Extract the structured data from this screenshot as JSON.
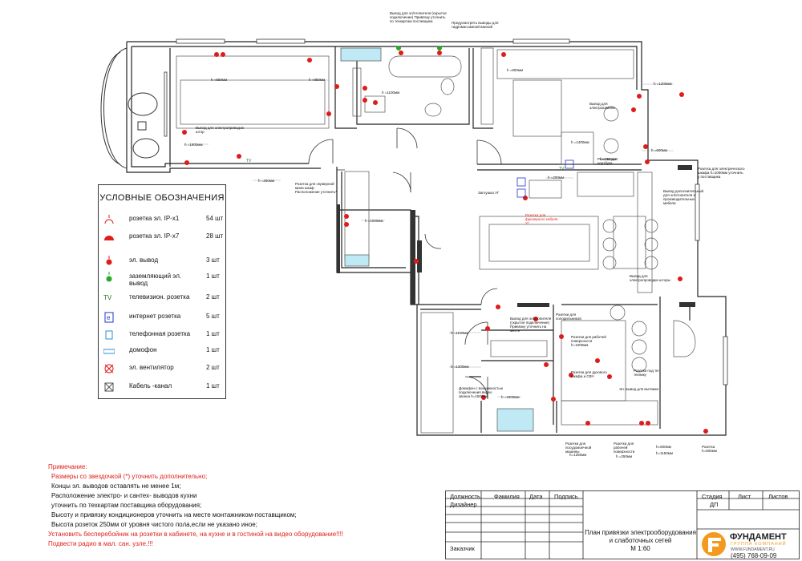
{
  "legend": {
    "title": "УСЛОВНЫЕ ОБОЗНАЧЕНИЯ",
    "items": [
      {
        "icon": "socket-ip-x1-icon",
        "label": "розетка эл. IP-x1",
        "count": "54 шт"
      },
      {
        "icon": "socket-ip-x7-icon",
        "label": "розетка эл. IP-x7",
        "count": "28 шт"
      },
      {
        "icon": "electric-outlet-icon",
        "label": "эл. вывод",
        "count": "3 шт"
      },
      {
        "icon": "grounded-outlet-icon",
        "label": "заземляющий эл. вывод",
        "count": "1 шт"
      },
      {
        "icon": "tv-socket-icon",
        "label": "телевизион. розетка",
        "count": "2 шт"
      },
      {
        "icon": "internet-socket-icon",
        "label": "интернет розетка",
        "count": "5 шт"
      },
      {
        "icon": "phone-socket-icon",
        "label": "телефонная розетка",
        "count": "1 шт"
      },
      {
        "icon": "intercom-icon",
        "label": "домофон",
        "count": "1 шт"
      },
      {
        "icon": "fan-icon",
        "label": "эл. вентилятор",
        "count": "2 шт"
      },
      {
        "icon": "cable-channel-icon",
        "label": "Кабель -канал",
        "count": "1 шт"
      }
    ]
  },
  "notes": {
    "heading": "Примечание:",
    "lines": [
      {
        "text": "Размеры со звездочкой (*) уточнить дополнительно;",
        "color": "red"
      },
      {
        "text": "Концы эл. выводов оставлять не менее 1м;",
        "color": "black"
      },
      {
        "text": "Расположение электро- и сантех- выводов кухни",
        "color": "black"
      },
      {
        "text": "уточнить по техкартам поставщика оборудования;",
        "color": "black"
      },
      {
        "text": "Высоту и привязку кондиционеров уточнить на месте монтажником-поставщиком;",
        "color": "black"
      },
      {
        "text": "Высота розеток 250мм от уровня чистого пола,если не указано иное;",
        "color": "black"
      },
      {
        "text": "Установить бесперебойник на розетки в кабинете, на кухне и  в гостиной на видео оборудование!!!!",
        "color": "red"
      },
      {
        "text": "Подвести радио в мал. сан. узле.!!!",
        "color": "red"
      }
    ]
  },
  "title_block": {
    "headers": [
      "Должность",
      "Фамилия",
      "Дата",
      "Подпись"
    ],
    "rows": [
      "Дизайнер",
      "",
      "",
      "",
      "Заказчик"
    ],
    "stage_label": "Стадия",
    "sheet_label": "Лист",
    "sheets_label": "Листов",
    "stage_value": "ДП",
    "drawing_title_1": "План привязки электрооборудования",
    "drawing_title_2": "и слаботочных сетей",
    "scale": "М 1:60"
  },
  "logo": {
    "name": "ФУНДАМЕНТ",
    "sub": "ГРУППА КОМПАНИЙ",
    "url": "WWW.FUNDAMENT.RU",
    "phone": "(495) 768-09-09",
    "brand_color": "#f39a1e"
  },
  "plan_labels": [
    "Вывод для эл/отопителя (скрытое подключение) Привязку уточнить по техкартам поставщика",
    "Предусмотреть выводы для гидромассажной ванной",
    "h =1100мм",
    "h =550мм",
    "h =950мм",
    "h =800мм",
    "h =1900мм",
    "h =1200мм",
    "Вывод для электрокамина",
    "Вывод для электроприводов штор",
    "h =250мм",
    "h =200мм",
    "h =1000мм",
    "h =1400мм",
    "h =600мм",
    "h =250мм",
    "Розетка для ноутбука",
    "Розетка для серверной мини шкаф Расположение уточнить*",
    "Заглушка УГ",
    "Розетка для фрезерного кабеля У*",
    "Розетка для электрического шкафа h=1000мм уточнить у поставщика",
    "Вывод дополнительный для эл/отопителя и производительных мебели",
    "Вывод для электропроводки шторы",
    "Розетки для холодильников",
    "Вывод для эл/отопителя (скрытое подключение) Привязку уточнить на месте",
    "Розетки для рабочей поверхности h=1000мм",
    "Розетки для духового шкафа и СВЧ",
    "Розетки под тв-технику",
    "Эл. вывод для вытяжки",
    "Домофон с возможностью подключения видео звонка h=1500мм",
    "h =1100мм",
    "h =1300мм",
    "h =1500мм",
    "Розетки для посудомоечной машины",
    "Розетки для рабочей поверхности",
    "h=1250мм",
    "h =250мм",
    "h=600мм",
    "h=1150мм",
    "Розетка h=600мм"
  ]
}
